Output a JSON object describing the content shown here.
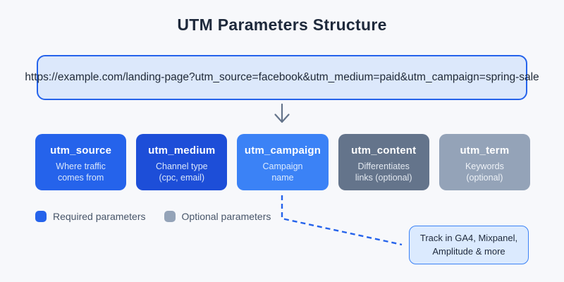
{
  "page": {
    "title": "UTM Parameters Structure",
    "background_color": "#f7f8fb",
    "title_color": "#1e293b"
  },
  "url_bar": {
    "url": "https://example.com/landing-page?utm_source=facebook&utm_medium=paid&utm_campaign=spring-sale",
    "fill_color": "#dce8fb",
    "border_color": "#2563eb",
    "text_color": "#1f2937"
  },
  "flow_arrow": {
    "icon": "arrow-down-icon",
    "color": "#64748b"
  },
  "parameters": [
    {
      "name": "utm_source",
      "lines": [
        "Where traffic",
        "comes from"
      ],
      "color": "#2563eb",
      "desc_color": "#d9e6fb",
      "required": true
    },
    {
      "name": "utm_medium",
      "lines": [
        "Channel type",
        "(cpc, email)"
      ],
      "color": "#1d4ed8",
      "desc_color": "#d9e6fb",
      "required": true
    },
    {
      "name": "utm_campaign",
      "lines": [
        "Campaign",
        "name"
      ],
      "color": "#3b82f6",
      "desc_color": "#dbeafe",
      "required": true
    },
    {
      "name": "utm_content",
      "lines": [
        "Differentiates",
        "links (optional)"
      ],
      "color": "#64748b",
      "desc_color": "#e2e8f0",
      "required": false
    },
    {
      "name": "utm_term",
      "lines": [
        "Keywords",
        "(optional)"
      ],
      "color": "#94a3b8",
      "desc_color": "#eef2f7",
      "required": false
    }
  ],
  "legend": {
    "items": [
      {
        "label": "Required parameters",
        "color": "#2563eb"
      },
      {
        "label": "Optional parameters",
        "color": "#94a3b8"
      }
    ],
    "text_color": "#475569"
  },
  "connector": {
    "color": "#2563eb",
    "style": "dashed"
  },
  "callout": {
    "lines": [
      "Track in GA4, Mixpanel,",
      "Amplitude & more"
    ],
    "fill_color": "#dbeafe",
    "border_color": "#3b82f6",
    "text_color": "#1e293b"
  }
}
